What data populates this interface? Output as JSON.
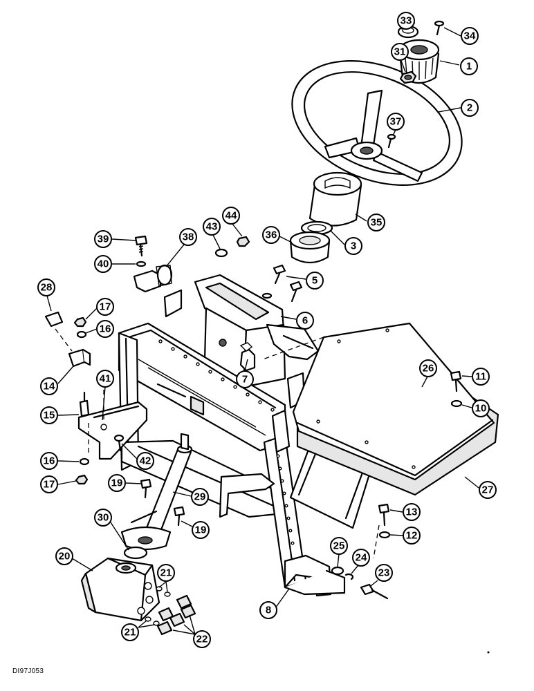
{
  "diagram": {
    "drawing_code": "DI97J053",
    "callouts": [
      {
        "id": "c33",
        "label": "33"
      },
      {
        "id": "c34",
        "label": "34"
      },
      {
        "id": "c1",
        "label": "1"
      },
      {
        "id": "c31",
        "label": "31"
      },
      {
        "id": "c2",
        "label": "2"
      },
      {
        "id": "c37",
        "label": "37"
      },
      {
        "id": "c35",
        "label": "35"
      },
      {
        "id": "c44",
        "label": "44"
      },
      {
        "id": "c43",
        "label": "43"
      },
      {
        "id": "c36",
        "label": "36"
      },
      {
        "id": "c3",
        "label": "3"
      },
      {
        "id": "c39",
        "label": "39"
      },
      {
        "id": "c38",
        "label": "38"
      },
      {
        "id": "c40",
        "label": "40"
      },
      {
        "id": "c5",
        "label": "5"
      },
      {
        "id": "c6",
        "label": "6"
      },
      {
        "id": "c28",
        "label": "28"
      },
      {
        "id": "c17a",
        "label": "17"
      },
      {
        "id": "c16a",
        "label": "16"
      },
      {
        "id": "c7",
        "label": "7"
      },
      {
        "id": "c26",
        "label": "26"
      },
      {
        "id": "c11",
        "label": "11"
      },
      {
        "id": "c14",
        "label": "14"
      },
      {
        "id": "c41",
        "label": "41"
      },
      {
        "id": "c10",
        "label": "10"
      },
      {
        "id": "c15",
        "label": "15"
      },
      {
        "id": "c42",
        "label": "42"
      },
      {
        "id": "c16b",
        "label": "16"
      },
      {
        "id": "c17b",
        "label": "17"
      },
      {
        "id": "c19a",
        "label": "19"
      },
      {
        "id": "c29",
        "label": "29"
      },
      {
        "id": "c27",
        "label": "27"
      },
      {
        "id": "c30",
        "label": "30"
      },
      {
        "id": "c19b",
        "label": "19"
      },
      {
        "id": "c13",
        "label": "13"
      },
      {
        "id": "c12",
        "label": "12"
      },
      {
        "id": "c20",
        "label": "20"
      },
      {
        "id": "c25",
        "label": "25"
      },
      {
        "id": "c24",
        "label": "24"
      },
      {
        "id": "c21a",
        "label": "21"
      },
      {
        "id": "c23",
        "label": "23"
      },
      {
        "id": "c8",
        "label": "8"
      },
      {
        "id": "c21b",
        "label": "21"
      },
      {
        "id": "c22",
        "label": "22"
      }
    ]
  }
}
